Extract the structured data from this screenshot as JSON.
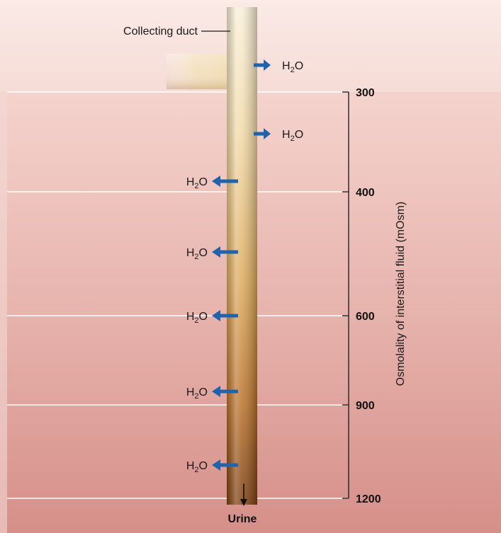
{
  "duct_label": "Collecting duct",
  "water_label": {
    "main": "H",
    "sub": "2",
    "tail": "O"
  },
  "urine_label": "Urine",
  "axis_title": "Osmolality of interstitial fluid (mOsm)",
  "ticks": [
    "300",
    "400",
    "600",
    "900",
    "1200"
  ],
  "arrows": [
    {
      "direction": "out-right"
    },
    {
      "direction": "out-right"
    },
    {
      "direction": "out-left"
    },
    {
      "direction": "out-left"
    },
    {
      "direction": "out-left"
    },
    {
      "direction": "out-left"
    },
    {
      "direction": "out-left"
    }
  ],
  "colors": {
    "arrow": "#1f63ad",
    "cortex_bg": "#f9e3de",
    "medulla_top": "#f3cdc7",
    "medulla_bottom": "#d48f88",
    "duct_light": "#f7ecd2",
    "duct_dark": "#8a4a14"
  }
}
